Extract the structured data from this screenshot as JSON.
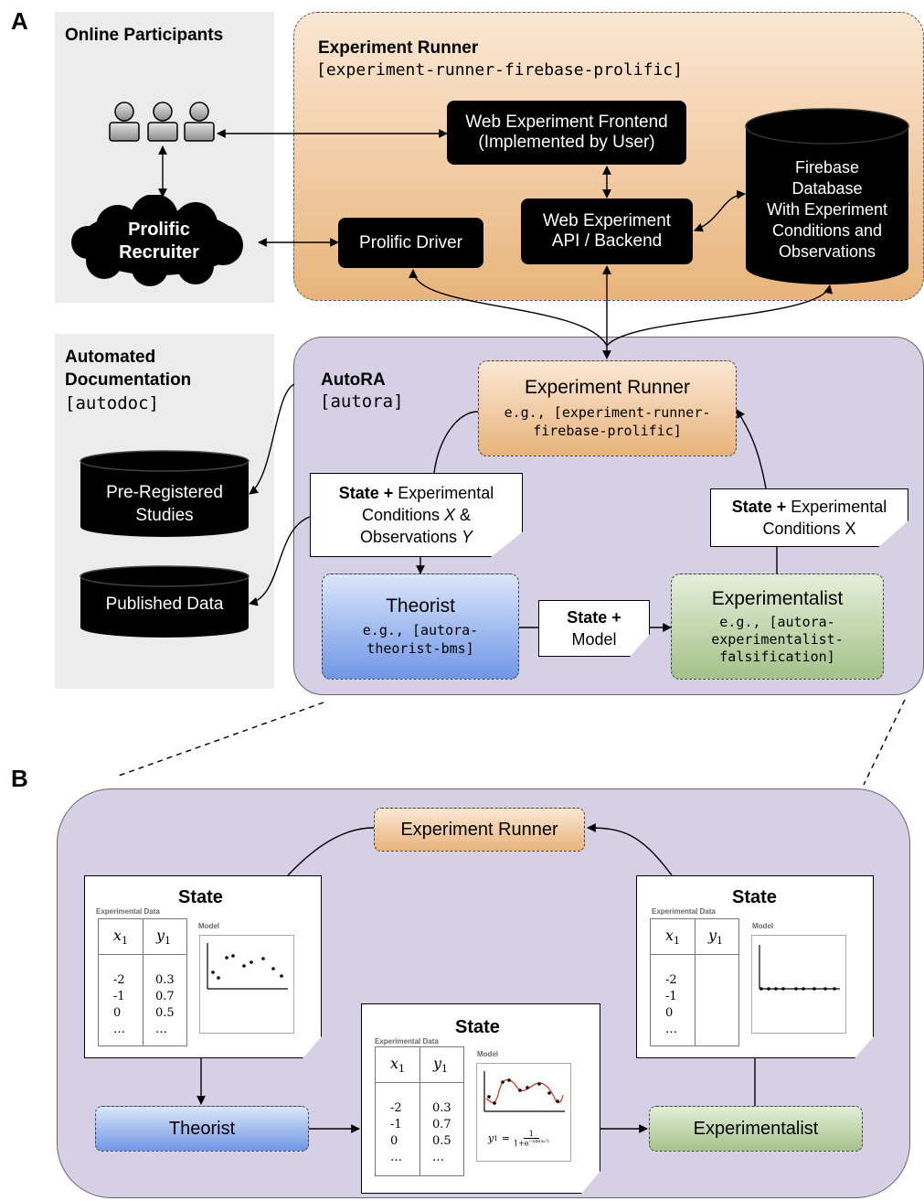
{
  "panel_a": {
    "letter": "A",
    "online_participants": {
      "title": "Online Participants"
    },
    "prolific_recruiter": {
      "line1": "Prolific",
      "line2": "Recruiter"
    },
    "experiment_runner_panel": {
      "title": "Experiment Runner",
      "package": "[experiment-runner-firebase-prolific]"
    },
    "web_frontend": {
      "line1": "Web Experiment Frontend",
      "line2": "(Implemented by User)"
    },
    "web_api": {
      "line1": "Web Experiment",
      "line2": "API / Backend"
    },
    "prolific_driver": {
      "label": "Prolific Driver"
    },
    "firebase_db": {
      "line1": "Firebase",
      "line2": "Database",
      "line3": "With Experiment",
      "line4": "Conditions and",
      "line5": "Observations"
    },
    "autodoc": {
      "line1": "Automated",
      "line2": "Documentation",
      "package": "[autodoc]"
    },
    "pre_registered": {
      "line1": "Pre-Registered",
      "line2": "Studies"
    },
    "published_data": {
      "label": "Published Data"
    },
    "autora": {
      "title": "AutoRA",
      "package": "[autora]"
    },
    "runner_node": {
      "title": "Experiment Runner",
      "line1": "e.g., [experiment-runner-",
      "line2": "firebase-prolific]"
    },
    "theorist_node": {
      "title": "Theorist",
      "line1": "e.g., [autora-",
      "line2": "theorist-bms]"
    },
    "experimentalist_node": {
      "title": "Experimentalist",
      "line1": "e.g., [autora-",
      "line2": "experimentalist-",
      "line3": "falsification]"
    },
    "note_obs": {
      "bold": "State +",
      "line1": " Experimental",
      "line2a": "Conditions ",
      "line2b": "X",
      "line2c": " &",
      "line3a": "Observations ",
      "line3b": "Y"
    },
    "note_model": {
      "bold": "State +",
      "line2": "Model"
    },
    "note_cond": {
      "bold": "State +",
      "line1": " Experimental",
      "line2": "Conditions X"
    }
  },
  "panel_b": {
    "letter": "B",
    "runner_label": "Experiment Runner",
    "theorist_label": "Theorist",
    "experimentalist_label": "Experimentalist",
    "state_left": {
      "title": "State",
      "table_caption": "Experimental Data",
      "col1": "x",
      "col2": "y",
      "col_sub": "1",
      "x_values": [
        "-2",
        "-1",
        "0",
        "…"
      ],
      "y_values": [
        "0.3",
        "0.7",
        "0.5",
        "…"
      ],
      "model_caption": "Model"
    },
    "state_mid": {
      "title": "State",
      "table_caption": "Experimental Data",
      "col1": "x",
      "col2": "y",
      "col_sub": "1",
      "x_values": [
        "-2",
        "-1",
        "0",
        "…"
      ],
      "y_values": [
        "0.3",
        "0.7",
        "0.5",
        "…"
      ],
      "model_caption": "Model",
      "equation_lhs": "y",
      "equation_num": "1",
      "equation_den": "1+e",
      "equation_exp": "−sin(x₁²)"
    },
    "state_right": {
      "title": "State",
      "table_caption": "Experimental Data",
      "col1": "x",
      "col2": "y",
      "col_sub": "1",
      "x_values": [
        "-2",
        "-1",
        "0",
        "…"
      ],
      "model_caption": "Model"
    }
  },
  "colors": {
    "runner_orange": "#e8b47c",
    "autora_purple": "#d6d0e6",
    "theorist_blue": "#6f96e6",
    "experimentalist_green": "#a4c28a",
    "gray_panel": "#ececec"
  }
}
